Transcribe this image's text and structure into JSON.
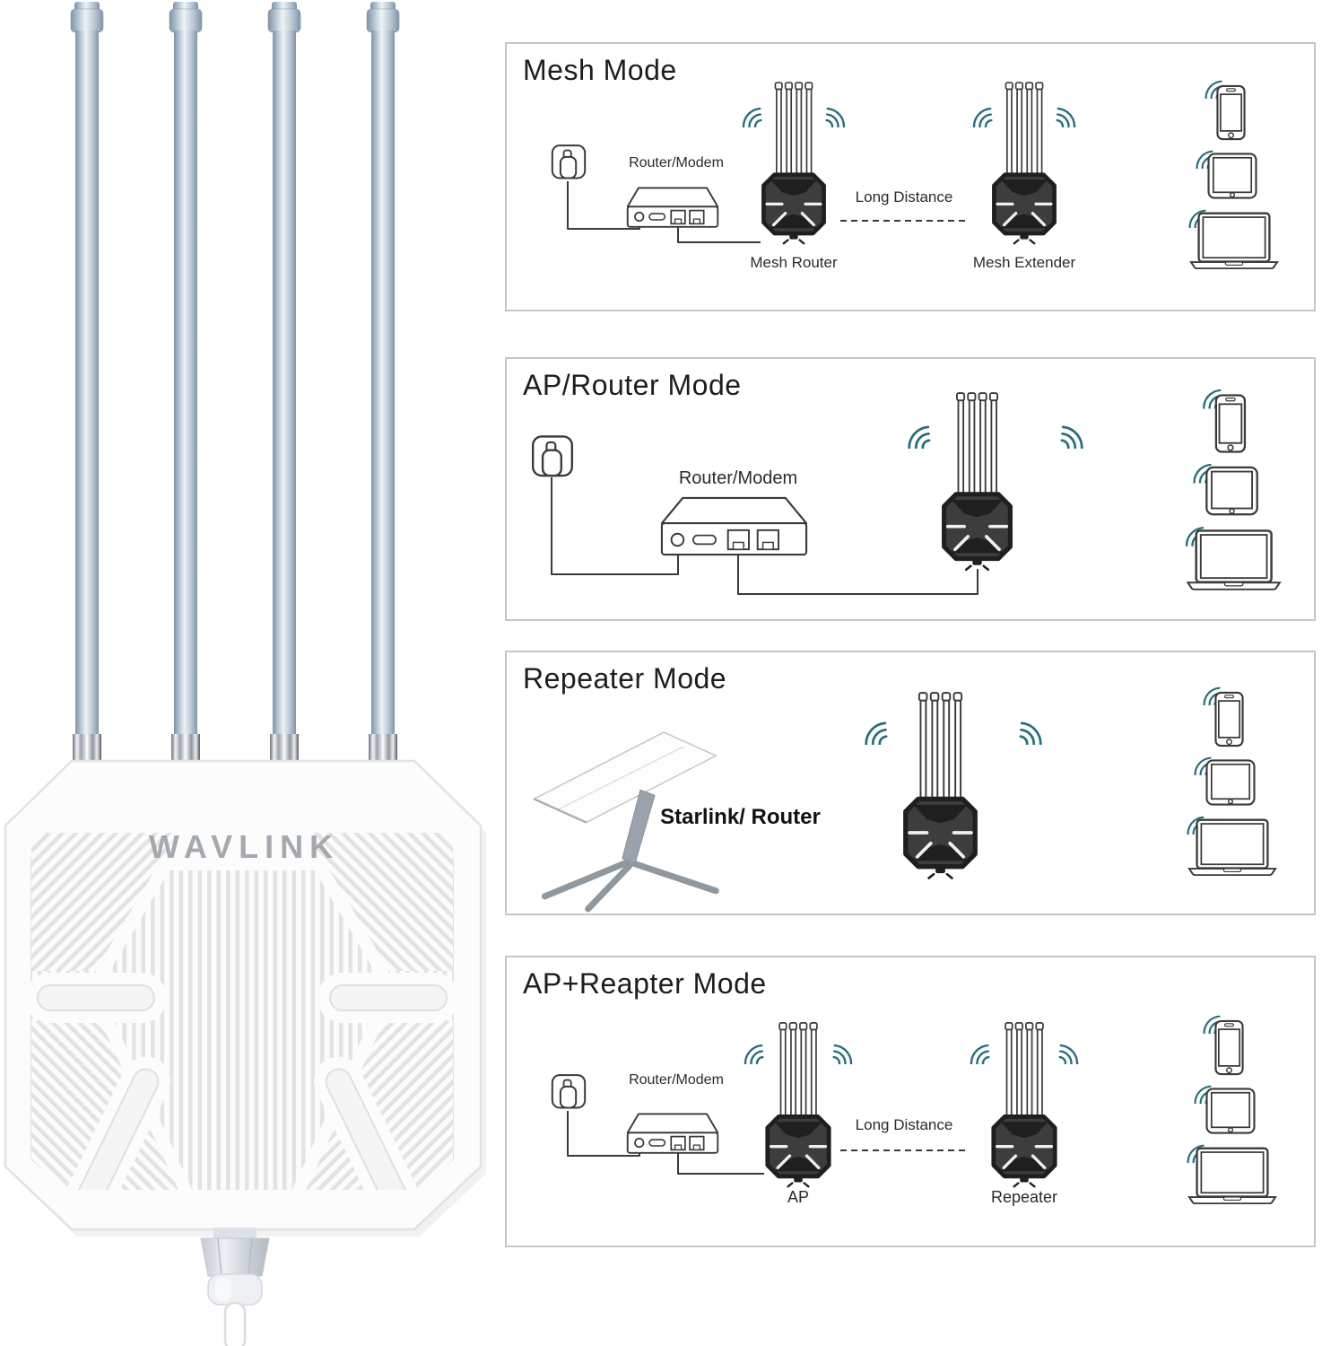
{
  "product": {
    "brand": "WAVLINK"
  },
  "panels": [
    {
      "title": "Mesh Mode",
      "router_label": "Router/Modem",
      "distance_label": "Long Distance",
      "device_a_label": "Mesh Router",
      "device_b_label": "Mesh Extender"
    },
    {
      "title": "AP/Router Mode",
      "router_label": "Router/Modem"
    },
    {
      "title": "Repeater Mode",
      "source_label": "Starlink/ Router"
    },
    {
      "title": "AP+Reapter Mode",
      "router_label": "Router/Modem",
      "distance_label": "Long Distance",
      "device_a_label": "AP",
      "device_b_label": "Repeater"
    }
  ],
  "icons": [
    "power-plug-icon",
    "router-modem-icon",
    "outdoor-ap-device-icon",
    "wifi-waves-icon",
    "phone-icon",
    "tablet-icon",
    "laptop-icon",
    "starlink-dish-icon"
  ],
  "colors": {
    "wifi": "#2a6e7c",
    "line": "#3a3a3a",
    "device": "#3d3d3d",
    "device-dark": "#1f1f1f",
    "border": "#c6c6c6",
    "ink": "#1d1d1d",
    "label": "#2b2b2b",
    "logo": "#a3a9af"
  }
}
